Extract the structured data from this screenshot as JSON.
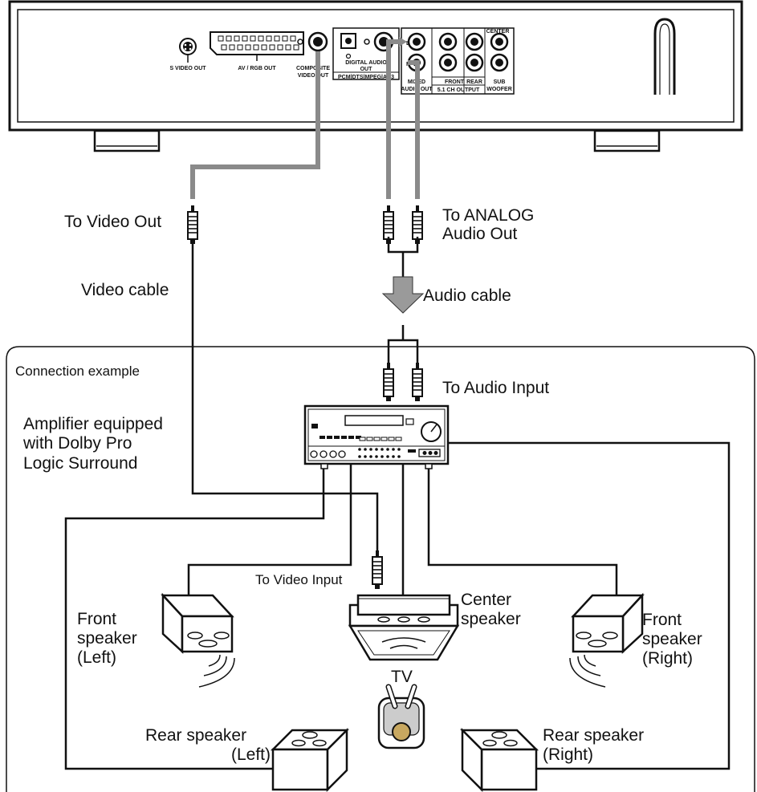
{
  "panel": {
    "s_video_out": "S VIDEO OUT",
    "av_rgb_out": "AV / RGB OUT",
    "composite_line1": "COMPOSITE",
    "composite_line2": "VIDEO OUT",
    "digital_line1": "DIGITAL AUDIO",
    "digital_line2": "OUT",
    "digital_line3": "PCM|DTS|MPEG|AC3",
    "mixed_line1": "MIXED",
    "mixed_line2": "AUDIO OUT",
    "front": "FRONT",
    "rear": "REAR",
    "ch51_output": "5.1 CH OUTPUT",
    "center": "CENTER",
    "sub_line1": "SUB",
    "sub_line2": "WOOFER"
  },
  "labels": {
    "to_video_out": "To Video Out",
    "to_analog_line1": "To ANALOG",
    "to_analog_line2": "Audio Out",
    "video_cable": "Video cable",
    "audio_cable": "Audio cable",
    "connection_example": "Connection example",
    "to_audio_input": "To Audio Input",
    "amp_line1": "Amplifier equipped",
    "amp_line2": "with Dolby Pro",
    "amp_line3": "Logic Surround",
    "to_video_input": "To Video Input",
    "center_line1": "Center",
    "center_line2": "speaker",
    "tv": "TV",
    "front_left_line1": "Front",
    "front_left_line2": "speaker",
    "front_left_line3": "(Left)",
    "front_right_line1": "Front",
    "front_right_line2": "speaker",
    "front_right_line3": "(Right)",
    "rear_left_line1": "Rear speaker",
    "rear_left_line2": "(Left)",
    "rear_right_line1": "Rear speaker",
    "rear_right_line2": "(Right)"
  }
}
